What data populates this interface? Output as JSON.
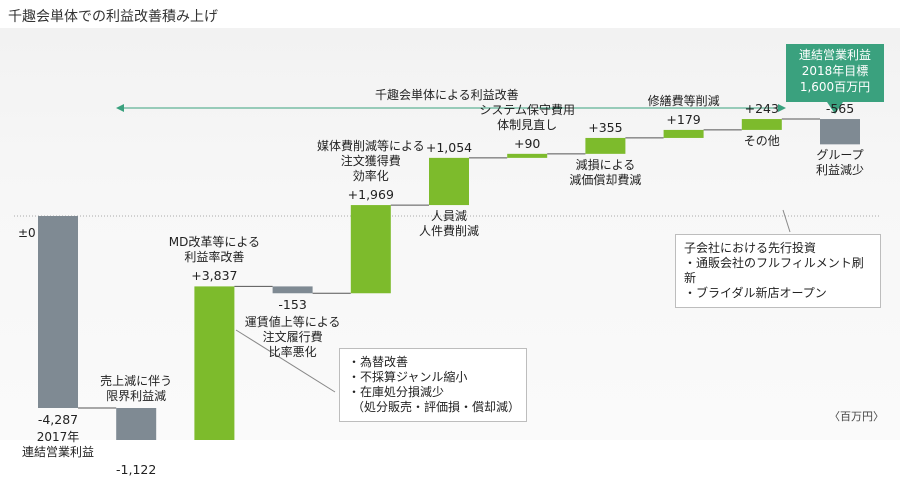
{
  "title": "千趣会単体での利益改善積み上げ",
  "unit_label": "〈百万円〉",
  "improvement_span_label": "千趣会単体による利益改善",
  "target_box": {
    "line1": "連結営業利益",
    "line2": "2018年目標",
    "line3": "1,600百万円"
  },
  "baseline_label": "±0",
  "callout_left": {
    "lines": [
      "・為替改善",
      "・不採算ジャンル縮小",
      "・在庫処分損減少",
      "（処分販売・評価損・償却減）"
    ]
  },
  "callout_right": {
    "lines": [
      "子会社における先行投資",
      "・通販会社のフルフィルメント刷新",
      "・ブライダル新店オープン"
    ]
  },
  "colors": {
    "negative": "#7f8a93",
    "positive": "#7dbb2c",
    "target": "#3aa17e",
    "baseline": "#aaaaaa"
  },
  "chart_data": {
    "type": "bar",
    "subtype": "waterfall",
    "categories": [
      "2017年連結営業利益",
      "売上減に伴う限界利益減",
      "MD改革等による利益率改善",
      "運賃値上等による注文履行費比率悪化",
      "媒体費削減等による注文獲得費効率化",
      "人員減人件費削減",
      "システム保守費用体制見直し",
      "減損による減価償却費減",
      "修繕費等削減",
      "その他",
      "グループ利益減少"
    ],
    "values": [
      -4287,
      -1122,
      3837,
      -153,
      1969,
      1054,
      90,
      355,
      179,
      243,
      -565
    ],
    "value_labels": [
      "-4,287",
      "-1,122",
      "+3,837",
      "-153",
      "+1,969",
      "+1,054",
      "+90",
      "+355",
      "+179",
      "+243",
      "-565"
    ],
    "category_label_lines": [
      [
        "2017年",
        "連結営業利益"
      ],
      [
        "売上減に伴う",
        "限界利益減"
      ],
      [
        "MD改革等による",
        "利益率改善"
      ],
      [
        "運賃値上等による",
        "注文履行費",
        "比率悪化"
      ],
      [
        "媒体費削減等による",
        "注文獲得費",
        "効率化"
      ],
      [
        "人員減",
        "人件費削減"
      ],
      [
        "システム保守費用",
        "体制見直し"
      ],
      [
        "減損による",
        "減価償却費減"
      ],
      [
        "修繕費等削減"
      ],
      [
        "その他"
      ],
      [
        "グループ",
        "利益減少"
      ]
    ],
    "first_is_absolute": true
  }
}
